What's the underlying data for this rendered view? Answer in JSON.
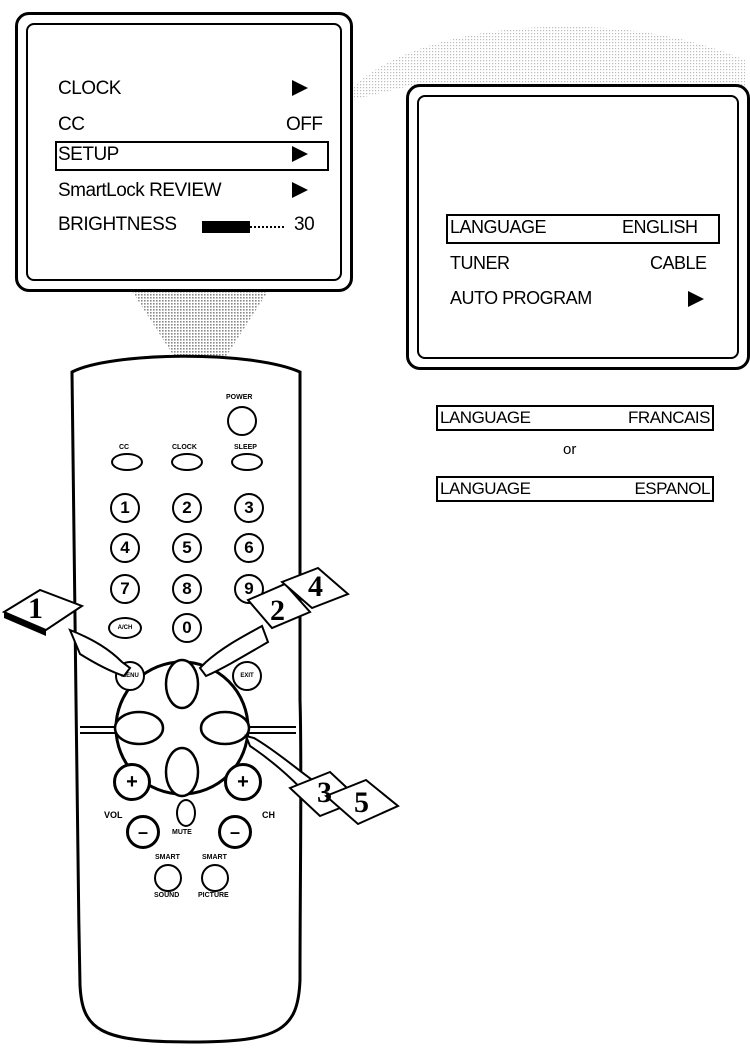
{
  "main_menu": {
    "items": [
      {
        "label": "CLOCK",
        "value": "",
        "arrow": true
      },
      {
        "label": "CC",
        "value": "OFF",
        "arrow": false
      },
      {
        "label": "SETUP",
        "value": "",
        "arrow": true
      },
      {
        "label": "SmartLock REVIEW",
        "value": "",
        "arrow": true
      },
      {
        "label": "BRIGHTNESS",
        "value": "30",
        "arrow": false
      }
    ],
    "brightness_level": 30
  },
  "setup_menu": {
    "items": [
      {
        "label": "LANGUAGE",
        "value": "ENGLISH"
      },
      {
        "label": "TUNER",
        "value": "CABLE"
      },
      {
        "label": "AUTO PROGRAM",
        "value": ""
      }
    ]
  },
  "language_options": {
    "option1": {
      "label": "LANGUAGE",
      "value": "FRANCAIS"
    },
    "or_text": "or",
    "option2": {
      "label": "LANGUAGE",
      "value": "ESPANOL"
    }
  },
  "remote": {
    "power": "POWER",
    "cc": "CC",
    "clock": "CLOCK",
    "sleep": "SLEEP",
    "digits": [
      "1",
      "2",
      "3",
      "4",
      "5",
      "6",
      "7",
      "8",
      "9"
    ],
    "ach": "A/CH",
    "zero": "0",
    "menu": "MENU",
    "exit": "EXIT",
    "vol": "VOL",
    "ch": "CH",
    "plus": "+",
    "minus": "–",
    "mute": "MUTE",
    "smart_sound_top": "SMART",
    "smart_sound_bottom": "SOUND",
    "smart_picture_top": "SMART",
    "smart_picture_bottom": "PICTURE"
  },
  "steps": [
    "1",
    "2",
    "4",
    "3",
    "5"
  ]
}
